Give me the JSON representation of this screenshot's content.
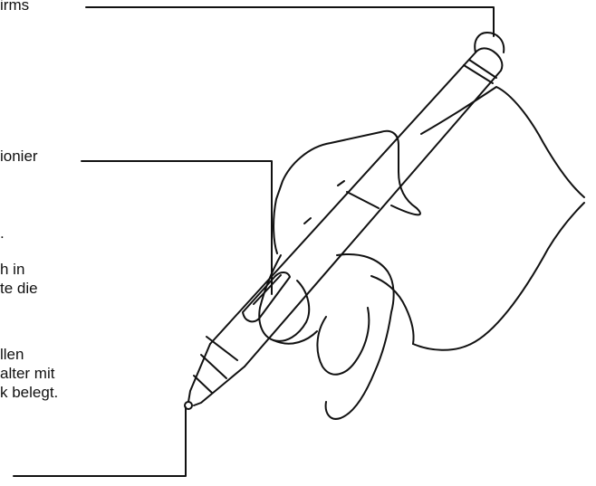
{
  "labels": {
    "top": "irms",
    "middle": "ionier",
    "dot": ".",
    "para1": "h in\nte die",
    "para2": "llen\nalter mit\nk belegt."
  },
  "colors": {
    "line": "#111111",
    "background": "#ffffff"
  },
  "illustration": {
    "subject": "pen-in-hand"
  }
}
